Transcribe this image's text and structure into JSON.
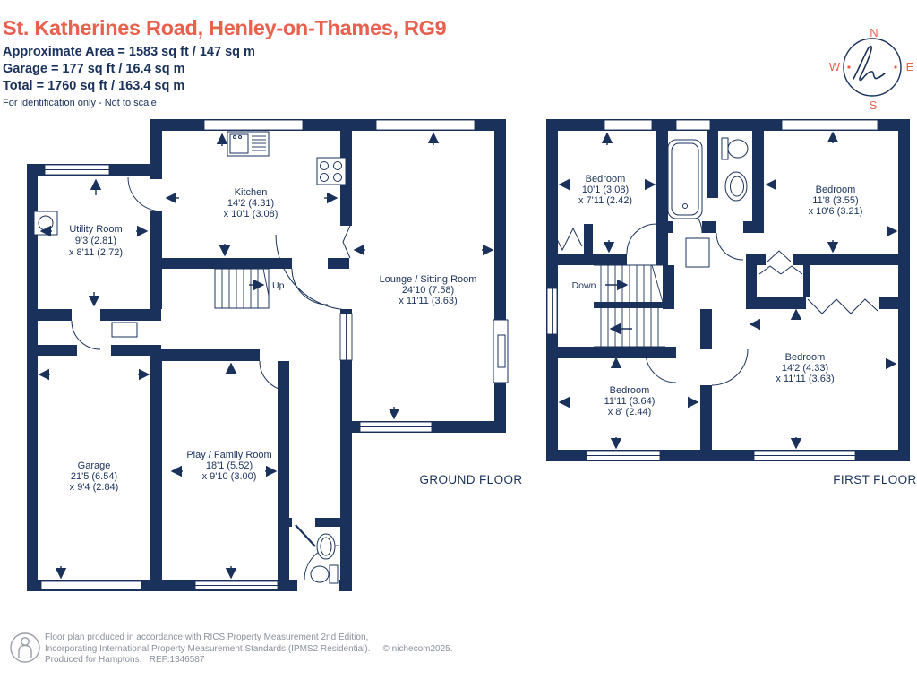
{
  "header": {
    "title": "St. Katherines Road, Henley-on-Thames, RG9",
    "approximate_area": "Approximate Area = 1583 sq ft / 147 sq m",
    "garage_area": "Garage = 177 sq ft / 16.4 sq m",
    "total_area": "Total = 1760 sq ft / 163.4 sq m",
    "disclaimer": "For identification only - Not to scale"
  },
  "compass": {
    "north": "N",
    "east": "E",
    "south": "S",
    "west": "W"
  },
  "floors": {
    "ground": {
      "label": "GROUND FLOOR",
      "stairs_label": "Up",
      "rooms": [
        {
          "name": "Utility Room",
          "dim1": "9'3 (2.81)",
          "dim2": "x 8'11 (2.72)"
        },
        {
          "name": "Kitchen",
          "dim1": "14'2 (4.31)",
          "dim2": "x 10'1 (3.08)"
        },
        {
          "name": "Lounge / Sitting Room",
          "dim1": "24'10 (7.58)",
          "dim2": "x 11'11 (3.63)"
        },
        {
          "name": "Play / Family Room",
          "dim1": "18'1 (5.52)",
          "dim2": "x 9'10 (3.00)"
        },
        {
          "name": "Garage",
          "dim1": "21'5 (6.54)",
          "dim2": "x 9'4 (2.84)"
        }
      ]
    },
    "first": {
      "label": "FIRST FLOOR",
      "stairs_label": "Down",
      "rooms": [
        {
          "name": "Bedroom",
          "dim1": "10'1 (3.08)",
          "dim2": "x 7'11 (2.42)"
        },
        {
          "name": "Bedroom",
          "dim1": "11'8 (3.55)",
          "dim2": "x 10'6 (3.21)"
        },
        {
          "name": "Bedroom",
          "dim1": "11'11 (3.64)",
          "dim2": "x 8' (2.44)"
        },
        {
          "name": "Bedroom",
          "dim1": "14'2 (4.33)",
          "dim2": "x 11'11 (3.63)"
        }
      ]
    }
  },
  "footer": {
    "line1": "Floor plan produced in accordance with RICS Property Measurement 2nd Edition,",
    "line2": "Incorporating International Property Measurement Standards (IPMS2 Residential).",
    "copyright": "© nichecom2025.",
    "line3": "Produced for Hamptons.   REF:1346587"
  },
  "colors": {
    "navy": "#1a315b",
    "coral": "#e8604e",
    "footer_gray": "#8b909a"
  }
}
